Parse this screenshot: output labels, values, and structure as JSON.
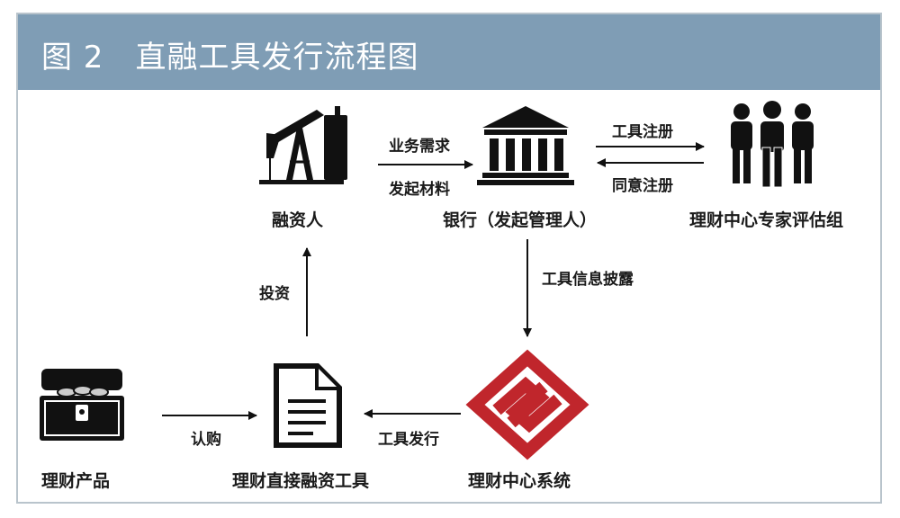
{
  "header": {
    "title": "图 2　直融工具发行流程图"
  },
  "nodes": {
    "financier": "融资人",
    "bank": "银行（发起管理人）",
    "experts": "理财中心专家评估组",
    "wealth_product": "理财产品",
    "direct_tool": "理财直接融资工具",
    "center_system": "理财中心系统"
  },
  "edges": {
    "business_demand": "业务需求",
    "initiate_materials": "发起材料",
    "tool_register": "工具注册",
    "agree_register": "同意注册",
    "tool_disclosure": "工具信息披露",
    "invest": "投资",
    "subscribe": "认购",
    "tool_issue": "工具发行"
  },
  "colors": {
    "header_bg": "#7f9db5",
    "logo_red": "#c0262c",
    "ink": "#111111"
  },
  "icons": {
    "financier": "oil-pump-jack-icon",
    "bank": "bank-building-icon",
    "experts": "people-group-icon",
    "wealth_product": "treasure-chest-icon",
    "direct_tool": "document-icon",
    "center_system": "interlocking-diamond-logo"
  }
}
